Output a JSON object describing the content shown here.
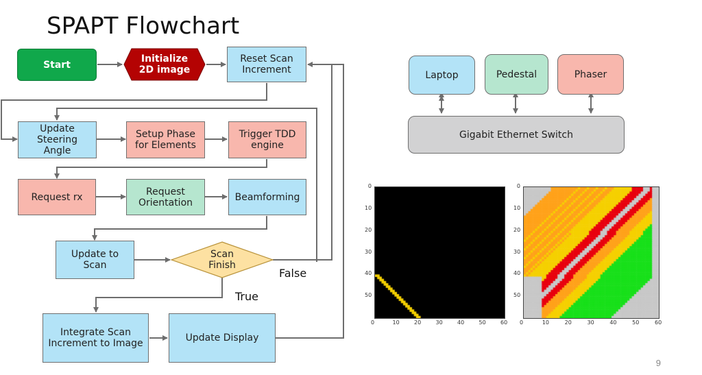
{
  "title": "SPAPT Flowchart",
  "page_number": "9",
  "flow": {
    "start": "Start",
    "initialize": "Initialize\n2D image",
    "reset": "Reset Scan\nIncrement",
    "update_steering": "Update\nSteering\nAngle",
    "setup_phase": "Setup Phase\nfor Elements",
    "trigger_tdd": "Trigger TDD\nengine",
    "request_rx": "Request rx",
    "request_orientation": "Request\nOrientation",
    "beamforming": "Beamforming",
    "update_to_scan": "Update to\nScan",
    "scan_finish": "Scan\nFinish",
    "integrate": "Integrate Scan\nIncrement to Image",
    "update_display": "Update Display",
    "label_false": "False",
    "label_true": "True"
  },
  "network": {
    "laptop": "Laptop",
    "pedestal": "Pedestal",
    "phaser": "Phaser",
    "switch": "Gigabit Ethernet Switch"
  },
  "plots": {
    "y_ticks": [
      "0",
      "10",
      "20",
      "30",
      "40",
      "50"
    ],
    "x_ticks": [
      "0",
      "10",
      "20",
      "30",
      "40",
      "50",
      "60"
    ],
    "colors": {
      "black": "#000000",
      "yellow": "#f5d000",
      "orange": "#ffa21a",
      "red": "#e8000e",
      "green": "#18e01a",
      "grey": "#c8c8c8"
    }
  }
}
